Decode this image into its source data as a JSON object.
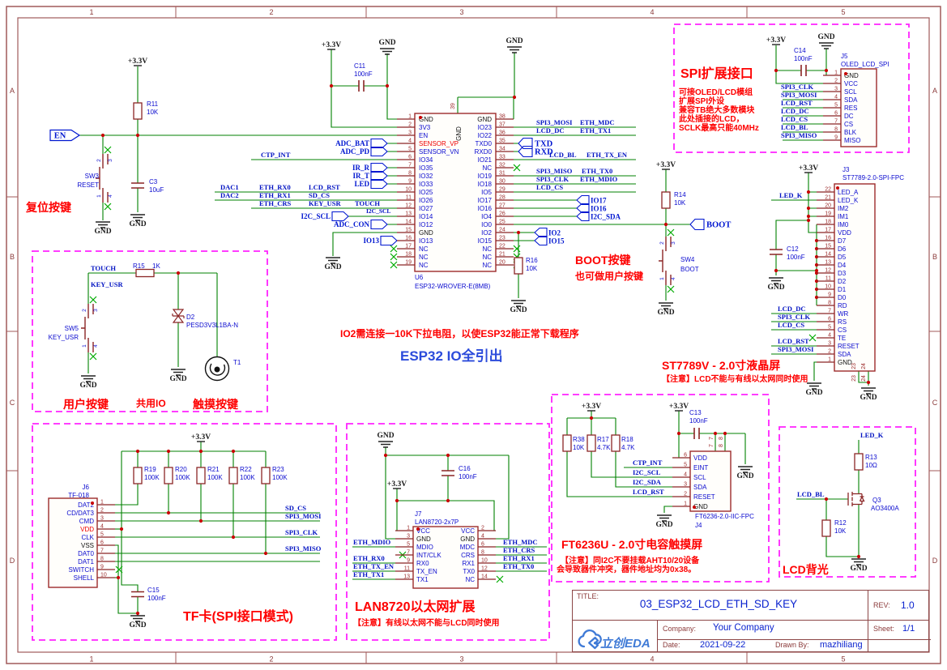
{
  "sheet": {
    "cols": [
      "1",
      "2",
      "3",
      "4",
      "5"
    ],
    "rows": [
      "A",
      "B",
      "C",
      "D"
    ]
  },
  "power": {
    "v33": "+3.3V",
    "gnd": "GND"
  },
  "switch_pins": [
    "2",
    "3",
    "1",
    "4"
  ],
  "nets": {
    "ctp_int": "CTP_INT",
    "dac1": "DAC1",
    "dac2": "DAC2",
    "eth_rx0": "ETH_RX0",
    "eth_rx1": "ETH_RX1",
    "eth_crs": "ETH_CRS",
    "key_usr": "KEY_USR",
    "touch": "TOUCH",
    "i2c_scl": "I2C_SCL",
    "i2c_sda": "I2C_SDA",
    "spi3_mosi": "SPI3_MOSI",
    "spi3_miso": "SPI3_MISO",
    "spi3_clk": "SPI3_CLK",
    "eth_mdc": "ETH_MDC",
    "eth_mdio": "ETH_MDIO",
    "eth_tx0": "ETH_TX0",
    "eth_tx1": "ETH_TX1",
    "eth_tx_en": "ETH_TX_EN",
    "lcd_dc": "LCD_DC",
    "lcd_bl": "LCD_BL",
    "lcd_cs": "LCD_CS",
    "lcd_rst": "LCD_RST",
    "sd_cs": "SD_CS",
    "led_k": "LED_K"
  },
  "flags": {
    "en": "EN",
    "adc_bat": "ADC_BAT",
    "adc_pd": "ADC_PD",
    "ir_r": "IR_R",
    "ir_t": "IR_T",
    "led": "LED",
    "i2c_scl": "I2C_SCL",
    "adc_con": "ADC_CON",
    "io13": "IO13",
    "txd": "TXD",
    "rxd": "RXD",
    "io17": "IO17",
    "io16": "IO16",
    "i2c_sda": "I2C_SDA",
    "io2": "IO2",
    "io15": "IO15",
    "boot": "BOOT"
  },
  "components": {
    "u6": {
      "ref": "U6",
      "value": "ESP32-WROVER-E(8MB)",
      "left_pins": [
        [
          "1",
          "GND",
          "g"
        ],
        [
          "2",
          "3V3"
        ],
        [
          "3",
          "EN"
        ],
        [
          "4",
          "SENSOR_VP",
          "r"
        ],
        [
          "5",
          "SENSOR_VN"
        ],
        [
          "6",
          "IO34"
        ],
        [
          "7",
          "IO35"
        ],
        [
          "8",
          "IO32"
        ],
        [
          "9",
          "IO33"
        ],
        [
          "10",
          "IO25"
        ],
        [
          "11",
          "IO26"
        ],
        [
          "12",
          "IO27"
        ],
        [
          "13",
          "IO14"
        ],
        [
          "14",
          "IO12"
        ],
        [
          "15",
          "GND",
          "g"
        ],
        [
          "16",
          "IO13"
        ],
        [
          "17",
          "NC"
        ],
        [
          "18",
          "NC"
        ],
        [
          "19",
          "NC"
        ]
      ],
      "right_pins": [
        [
          "38",
          "GND",
          "g"
        ],
        [
          "37",
          "IO23"
        ],
        [
          "36",
          "IO22"
        ],
        [
          "35",
          "TXD0"
        ],
        [
          "34",
          "RXD0"
        ],
        [
          "33",
          "IO21"
        ],
        [
          "32",
          "NC"
        ],
        [
          "31",
          "IO19"
        ],
        [
          "30",
          "IO18"
        ],
        [
          "29",
          "IO5"
        ],
        [
          "28",
          "IO17"
        ],
        [
          "27",
          "IO16"
        ],
        [
          "26",
          "IO4"
        ],
        [
          "25",
          "IO0"
        ],
        [
          "24",
          "IO2"
        ],
        [
          "23",
          "IO15"
        ],
        [
          "22",
          "NC"
        ],
        [
          "21",
          "NC"
        ],
        [
          "20",
          "NC"
        ]
      ],
      "top_pin": [
        "39",
        "GND"
      ]
    },
    "j5": {
      "ref": "J5",
      "value": "OLED_LCD_SPI",
      "pins": [
        [
          "1",
          "GND",
          "g"
        ],
        [
          "2",
          "VCC"
        ],
        [
          "3",
          "SCL"
        ],
        [
          "4",
          "SDA"
        ],
        [
          "5",
          "RES"
        ],
        [
          "6",
          "DC"
        ],
        [
          "7",
          "CS"
        ],
        [
          "8",
          "BLK"
        ],
        [
          "9",
          "MISO"
        ]
      ]
    },
    "j3": {
      "ref": "J3",
      "value": "ST7789-2.0-SPI-FPC",
      "pins": [
        [
          "22",
          "LED_A"
        ],
        [
          "21",
          "LED_K"
        ],
        [
          "20",
          "IM2"
        ],
        [
          "19",
          "IM1"
        ],
        [
          "18",
          "IM0"
        ],
        [
          "17",
          "VDD"
        ],
        [
          "16",
          "D7"
        ],
        [
          "15",
          "D6"
        ],
        [
          "14",
          "D5"
        ],
        [
          "13",
          "D4"
        ],
        [
          "12",
          "D3"
        ],
        [
          "11",
          "D2"
        ],
        [
          "10",
          "D1"
        ],
        [
          "9",
          "D0"
        ],
        [
          "8",
          "RD"
        ],
        [
          "7",
          "WR"
        ],
        [
          "6",
          "RS"
        ],
        [
          "5",
          "CS"
        ],
        [
          "4",
          "TE"
        ],
        [
          "3",
          "RESET"
        ],
        [
          "2",
          "SDA"
        ],
        [
          "1",
          "GND",
          "g"
        ]
      ],
      "bottom_pins": [
        "23",
        "24"
      ]
    },
    "j6": {
      "ref": "J6",
      "value": "TF-018",
      "pins": [
        [
          "1",
          "DAT2"
        ],
        [
          "2",
          "CD/DAT3"
        ],
        [
          "3",
          "CMD"
        ],
        [
          "4",
          "VDD",
          "r"
        ],
        [
          "5",
          "CLK"
        ],
        [
          "6",
          "VSS",
          "g"
        ],
        [
          "7",
          "DAT0"
        ],
        [
          "8",
          "DAT1"
        ],
        [
          "9",
          "SWITCH"
        ],
        [
          "10",
          "SHELL"
        ]
      ]
    },
    "j7": {
      "ref": "J7",
      "value": "LAN8720-2x7P",
      "left_pins": [
        [
          "1",
          "VCC"
        ],
        [
          "3",
          "GND",
          "g"
        ],
        [
          "5",
          "MDIO"
        ],
        [
          "7",
          "INT/CLK"
        ],
        [
          "9",
          "RX0"
        ],
        [
          "11",
          "TX_EN"
        ],
        [
          "13",
          "TX1"
        ]
      ],
      "right_pins": [
        [
          "2",
          "VCC"
        ],
        [
          "4",
          "GND",
          "g"
        ],
        [
          "6",
          "MDC"
        ],
        [
          "8",
          "CRS"
        ],
        [
          "10",
          "RX1"
        ],
        [
          "12",
          "TX0"
        ],
        [
          "14",
          "NC"
        ]
      ]
    },
    "j4": {
      "ref": "J4",
      "value": "FT6236-2.0-IIC-FPC",
      "pins": [
        [
          "6",
          "VDD"
        ],
        [
          "5",
          "EINT"
        ],
        [
          "4",
          "SCL"
        ],
        [
          "3",
          "SDA"
        ],
        [
          "2",
          "RESET"
        ],
        [
          "1",
          "GND",
          "g"
        ]
      ],
      "top_pins": [
        "7",
        "8"
      ]
    },
    "r11": {
      "ref": "R11",
      "value": "10K"
    },
    "r14": {
      "ref": "R14",
      "value": "10K"
    },
    "r15": {
      "ref": "R15",
      "value": "1K"
    },
    "r16": {
      "ref": "R16",
      "value": "10K"
    },
    "r19": {
      "ref": "R19",
      "value": "100K"
    },
    "r20": {
      "ref": "R20",
      "value": "100K"
    },
    "r21": {
      "ref": "R21",
      "value": "100K"
    },
    "r22": {
      "ref": "R22",
      "value": "100K"
    },
    "r23": {
      "ref": "R23",
      "value": "100K"
    },
    "r38": {
      "ref": "R38",
      "value": "10K"
    },
    "r17": {
      "ref": "R17",
      "value": "4.7K"
    },
    "r18": {
      "ref": "R18",
      "value": "4.7K"
    },
    "r12": {
      "ref": "R12",
      "value": "10K"
    },
    "r13": {
      "ref": "R13",
      "value": "10Ω"
    },
    "c3": {
      "ref": "C3",
      "value": "10uF"
    },
    "c11": {
      "ref": "C11",
      "value": "100nF"
    },
    "c12": {
      "ref": "C12",
      "value": "100nF"
    },
    "c13": {
      "ref": "C13",
      "value": "100nF"
    },
    "c14": {
      "ref": "C14",
      "value": "100nF"
    },
    "c15": {
      "ref": "C15",
      "value": "100nF"
    },
    "c16": {
      "ref": "C16",
      "value": "100nF"
    },
    "sw3": {
      "ref": "SW3",
      "value": "RESET"
    },
    "sw4": {
      "ref": "SW4",
      "value": "BOOT"
    },
    "sw5": {
      "ref": "SW5",
      "value": "KEY_USR"
    },
    "d2": {
      "ref": "D2",
      "value": "PESD3V3L1BA-N"
    },
    "t1": {
      "ref": "T1"
    },
    "q3": {
      "ref": "Q3",
      "value": "AO3400A"
    }
  },
  "annotations": {
    "reset": "复位按键",
    "user": "用户按键",
    "shared_io": "共用IO",
    "touch": "触摸按键",
    "boot": "BOOT按键",
    "boot_sub": "也可做用户按键",
    "io2_note": "IO2需连接一10K下拉电阻，以使ESP32能正常下载程序",
    "esp32_io": "ESP32 IO全引出",
    "tf": "TF卡(SPI接口模式)",
    "lan": "LAN8720以太网扩展",
    "lan_note": "【注意】有线以太网不能与LCD同时使用",
    "spi": "SPI扩展接口",
    "spi_notes": [
      "可接OLED/LCD模组",
      "扩展SPI外设",
      "兼容TB绝大多数模块",
      "此处插接的LCD，",
      "SCLK最高只能40MHz"
    ],
    "st": "ST7789V - 2.0寸液晶屏",
    "st_note": "【注意】LCD不能与有线以太网同时使用",
    "ft": "FT6236U - 2.0寸电容触摸屏",
    "ft_note1": "【注意】同I2C不要挂载AHT10/20设备",
    "ft_note2": "会导致器件冲突，器件地址均为0x38。",
    "lcd_bl": "LCD背光"
  },
  "title_block": {
    "title_label": "TITLE:",
    "title": "03_ESP32_LCD_ETH_SD_KEY",
    "rev_label": "REV:",
    "rev": "1.0",
    "company_label": "Company:",
    "company": "Your Company",
    "sheet_label": "Sheet:",
    "sheet": "1/1",
    "date_label": "Date:",
    "date": "2021-09-22",
    "drawn_label": "Drawn By:",
    "drawn_by": "mazhiliang",
    "logo": "立创EDA"
  }
}
